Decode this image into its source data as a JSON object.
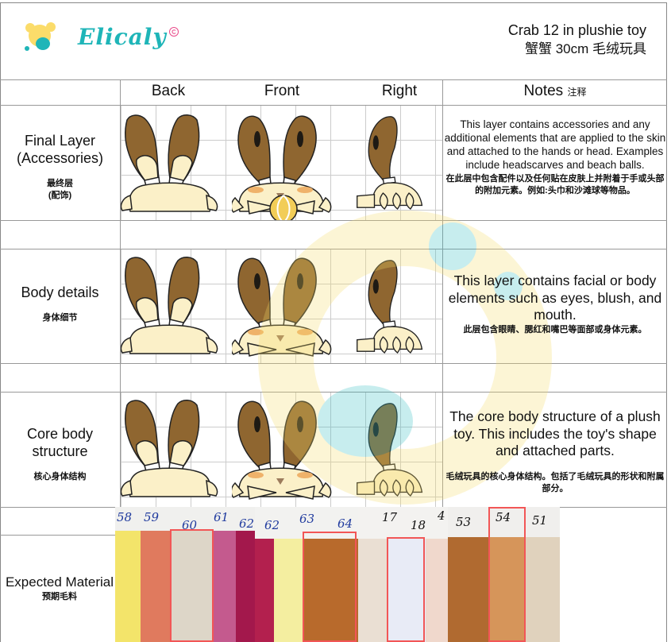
{
  "header": {
    "logo_text": "Elicaly",
    "title_en": "Crab  12 in plushie toy",
    "title_cn": "蟹蟹 30cm 毛绒玩具"
  },
  "columns": {
    "back": "Back",
    "front": "Front",
    "right": "Right",
    "notes": "Notes",
    "notes_cn": "注释"
  },
  "rows": {
    "final": {
      "label_en_1": "Final Layer",
      "label_en_2": "(Accessories)",
      "label_cn_1": "最终层",
      "label_cn_2": "(配饰)",
      "note_en": "This layer contains accessories and any additional elements that are applied to the skin and attached to the hands or head. Examples include headscarves and beach balls.",
      "note_cn": "在此层中包含配件以及任何贴在皮肤上并附着于手或头部的附加元素。例如:头巾和沙滩球等物品。"
    },
    "body": {
      "label_en": "Body details",
      "label_cn": "身体细节",
      "note_en": "This layer contains facial or body elements such as eyes, blush, and mouth.",
      "note_cn": "此层包含眼睛、腮红和嘴巴等面部或身体元素。"
    },
    "core": {
      "label_en_1": "Core body",
      "label_en_2": "structure",
      "label_cn": "核心身体结构",
      "note_en": "The core body structure of a plush toy. This includes the toy's shape and attached parts.",
      "note_cn": "毛绒玩具的核心身体结构。包括了毛绒玩具的形状和附属部分。"
    },
    "material": {
      "label_en": "Expected Material",
      "label_cn": "预期毛料"
    }
  },
  "materials": {
    "photo1_labels": [
      "58",
      "59",
      "60",
      "61",
      "62"
    ],
    "photo2_labels": [
      "62",
      "63",
      "64"
    ],
    "photo3_labels": [
      "17",
      "18",
      "4"
    ],
    "photo4_labels": [
      "53",
      "54",
      "51"
    ]
  },
  "colors": {
    "ear_brown": "#8f6630",
    "body_cream": "#fbf0c8",
    "logo_teal": "#1fb5b8",
    "highlight_red": "#f25656"
  }
}
